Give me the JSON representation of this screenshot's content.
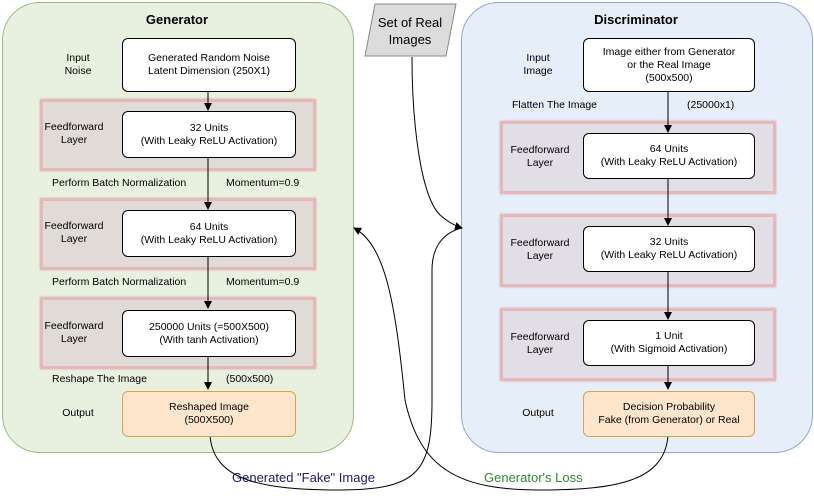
{
  "generator": {
    "title": "Generator",
    "input_label": [
      "Input",
      "Noise"
    ],
    "input_box": [
      "Generated Random Noise",
      "Latent Dimension (250X1)"
    ],
    "layer_label": [
      "Feedforward",
      "Layer"
    ],
    "layer1_box": [
      "32 Units",
      "(With Leaky ReLU Activation)"
    ],
    "norm1_label": "Perform Batch Normalization",
    "norm1_momentum": "Momentum=0.9",
    "layer2_box": [
      "64 Units",
      "(With Leaky ReLU Activation)"
    ],
    "norm2_label": "Perform Batch Normalization",
    "norm2_momentum": "Momentum=0.9",
    "layer3_box": [
      "250000 Units (=500X500)",
      "(With tanh Activation)"
    ],
    "reshape_label": "Reshape The Image",
    "reshape_size": "(500x500)",
    "output_label": "Output",
    "output_box": [
      "Reshaped Image",
      "(500X500)"
    ]
  },
  "real_images": [
    "Set of Real",
    "Images"
  ],
  "discriminator": {
    "title": "Discriminator",
    "input_label": [
      "Input",
      "Image"
    ],
    "input_box": [
      "Image either from Generator",
      "or the Real Image",
      "(500x500)"
    ],
    "flatten_label": "Flatten The Image",
    "flatten_size": "(25000x1)",
    "layer_label": [
      "Feedforward",
      "Layer"
    ],
    "layer1_box": [
      "64 Units",
      "(With Leaky ReLU Activation)"
    ],
    "layer2_box": [
      "32 Units",
      "(With Leaky ReLU Activation)"
    ],
    "layer3_box": [
      "1 Unit",
      "(With Sigmoid Activation)"
    ],
    "output_label": "Output",
    "output_box": [
      "Decision Probability",
      "Fake (from Generator) or Real"
    ]
  },
  "edges": {
    "fake_image": "Generated \"Fake\" Image",
    "generator_loss": "Generator's Loss"
  },
  "colors": {
    "fake_image": "#1a1a66",
    "generator_loss": "#2e8b2e",
    "output_fill": "#fde6cc",
    "layer_border": "#e4b9b9"
  }
}
